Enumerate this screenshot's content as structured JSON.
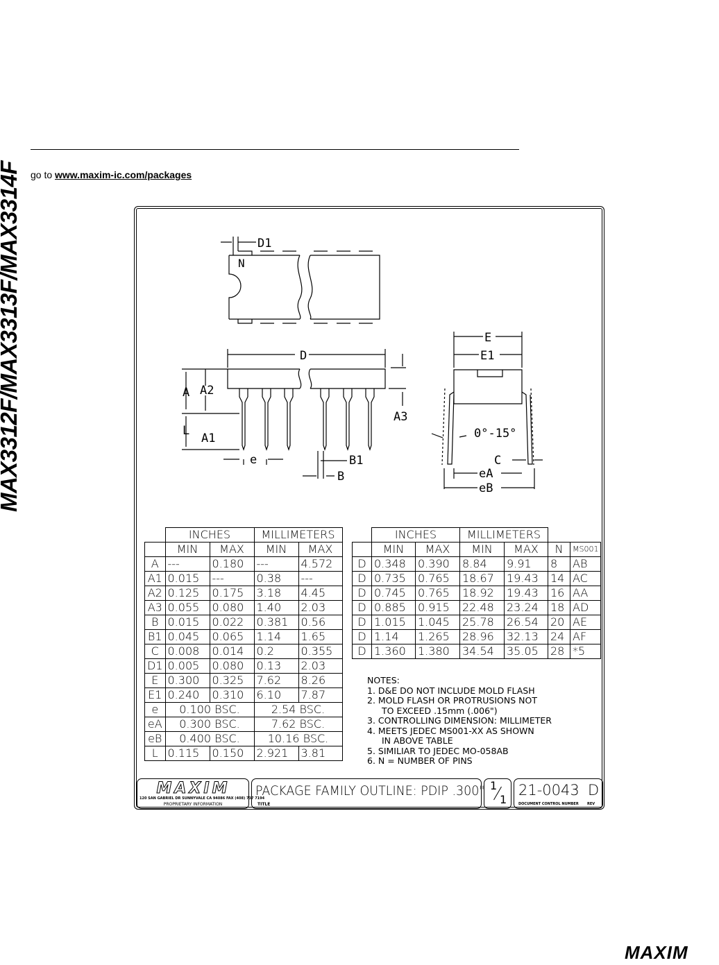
{
  "side_title": "MAX3312F/MAX3313F/MAX3314F",
  "goto": {
    "prefix": "go to ",
    "link": "www.maxim-ic.com/packages"
  },
  "drawing_labels": {
    "D1": "D1",
    "N": "N",
    "D": "D",
    "A": "A",
    "A2": "A2",
    "L": "L",
    "A1": "A1",
    "e": "e",
    "B1": "B1",
    "B": "B",
    "A3": "A3",
    "E": "E",
    "E1": "E1",
    "angle": "0°-15°",
    "C": "C",
    "eA": "eA",
    "eB": "eB"
  },
  "table_left": {
    "group_headers": [
      "INCHES",
      "MILLIMETERS"
    ],
    "col_headers": [
      "MIN",
      "MAX",
      "MIN",
      "MAX"
    ],
    "rows": [
      [
        "A",
        "---",
        "0.180",
        "---",
        "4.572"
      ],
      [
        "A1",
        "0.015",
        "---",
        "0.38",
        "---"
      ],
      [
        "A2",
        "0.125",
        "0.175",
        "3.18",
        "4.45"
      ],
      [
        "A3",
        "0.055",
        "0.080",
        "1.40",
        "2.03"
      ],
      [
        "B",
        "0.015",
        "0.022",
        "0.381",
        "0.56"
      ],
      [
        "B1",
        "0.045",
        "0.065",
        "1.14",
        "1.65"
      ],
      [
        "C",
        "0.008",
        "0.014",
        "0.2",
        "0.355"
      ],
      [
        "D1",
        "0.005",
        "0.080",
        "0.13",
        "2.03"
      ],
      [
        "E",
        "0.300",
        "0.325",
        "7.62",
        "8.26"
      ],
      [
        "E1",
        "0.240",
        "0.310",
        "6.10",
        "7.87"
      ],
      [
        "e",
        "0.100  BSC.",
        "",
        "2.54  BSC.",
        ""
      ],
      [
        "eA",
        "0.300  BSC.",
        "",
        "7.62  BSC.",
        ""
      ],
      [
        "eB",
        "0.400  BSC.",
        "",
        "10.16  BSC.",
        ""
      ],
      [
        "L",
        "0.115",
        "0.150",
        "2.921",
        "3.81"
      ]
    ]
  },
  "table_right": {
    "group_headers": [
      "INCHES",
      "MILLIMETERS"
    ],
    "col_headers": [
      "MIN",
      "MAX",
      "MIN",
      "MAX",
      "N",
      "MS001"
    ],
    "rows": [
      [
        "D",
        "0.348",
        "0.390",
        "8.84",
        "9.91",
        "8",
        "AB"
      ],
      [
        "D",
        "0.735",
        "0.765",
        "18.67",
        "19.43",
        "14",
        "AC"
      ],
      [
        "D",
        "0.745",
        "0.765",
        "18.92",
        "19.43",
        "16",
        "AA"
      ],
      [
        "D",
        "0.885",
        "0.915",
        "22.48",
        "23.24",
        "18",
        "AD"
      ],
      [
        "D",
        "1.015",
        "1.045",
        "25.78",
        "26.54",
        "20",
        "AE"
      ],
      [
        "D",
        "1.14",
        "1.265",
        "28.96",
        "32.13",
        "24",
        "AF"
      ],
      [
        "D",
        "1.360",
        "1.380",
        "34.54",
        "35.05",
        "28",
        "*5"
      ]
    ]
  },
  "notes": {
    "title": "NOTES:",
    "items": [
      "1.  D&E DO NOT INCLUDE MOLD FLASH",
      "2.  MOLD FLASH OR PROTRUSIONS NOT",
      "TO EXCEED .15mm (.006\")",
      "3.  CONTROLLING DIMENSION: MILLIMETER",
      "4.  MEETS JEDEC MS001-XX AS SHOWN",
      "IN ABOVE TABLE",
      "5.  SIMILIAR TO JEDEC MO-058AB",
      "6.  N = NUMBER OF PINS"
    ]
  },
  "title_block": {
    "logo": "MAXIM",
    "address": "120 SAN GABRIEL DR  SUNNYVALE CA 94086  FAX (408) 737 7194",
    "proprietary": "PROPRIETARY INFORMATION",
    "title": "PACKAGE FAMILY OUTLINE: PDIP .300\"",
    "title_label": "TITLE",
    "sheet_num": "1",
    "sheet_den": "1",
    "doc_number": "21-0043",
    "rev": "D",
    "doc_label": "DOCUMENT CONTROL NUMBER",
    "rev_label": "REV"
  },
  "footer_logo": "MAXIM"
}
